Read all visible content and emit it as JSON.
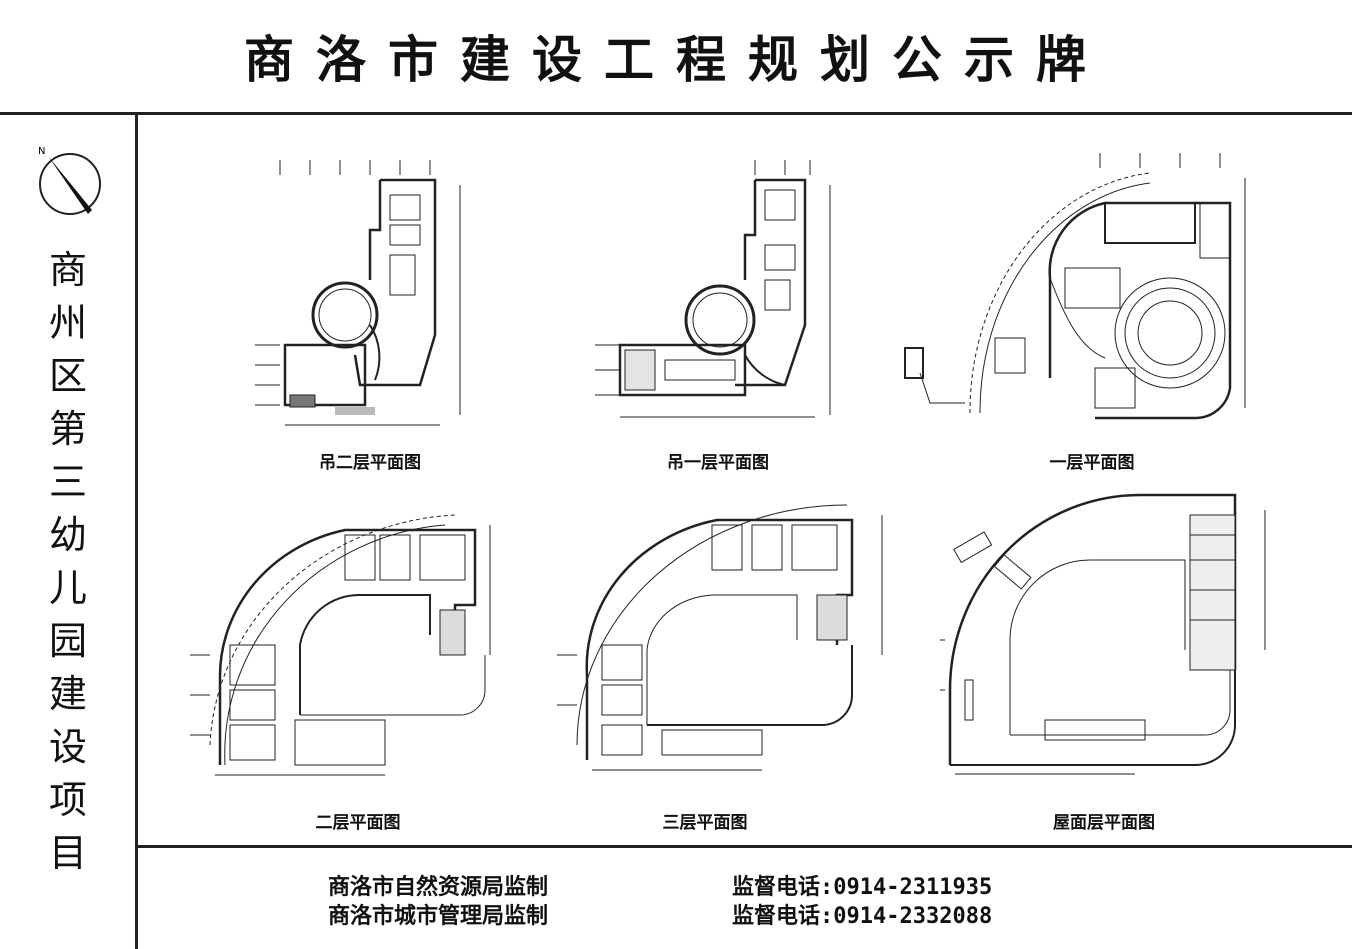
{
  "header": {
    "title": "商洛市建设工程规划公示牌"
  },
  "sidebar": {
    "compass_label": "N",
    "project_chars": [
      "商",
      "州",
      "区",
      "第",
      "三",
      "幼",
      "儿",
      "园",
      "建",
      "设",
      "项",
      "目"
    ]
  },
  "plans": [
    {
      "label": "吊二层平面图"
    },
    {
      "label": "吊一层平面图"
    },
    {
      "label": "一层平面图"
    },
    {
      "label": "二层平面图"
    },
    {
      "label": "三层平面图"
    },
    {
      "label": "屋面层平面图"
    }
  ],
  "footer": {
    "lines": [
      {
        "authority": "商洛市自然资源局监制",
        "phone": "监督电话:0914-2311935"
      },
      {
        "authority": "商洛市城市管理局监制",
        "phone": "监督电话:0914-2332088"
      }
    ]
  },
  "colors": {
    "line": "#222222",
    "background": "#ffffff"
  }
}
